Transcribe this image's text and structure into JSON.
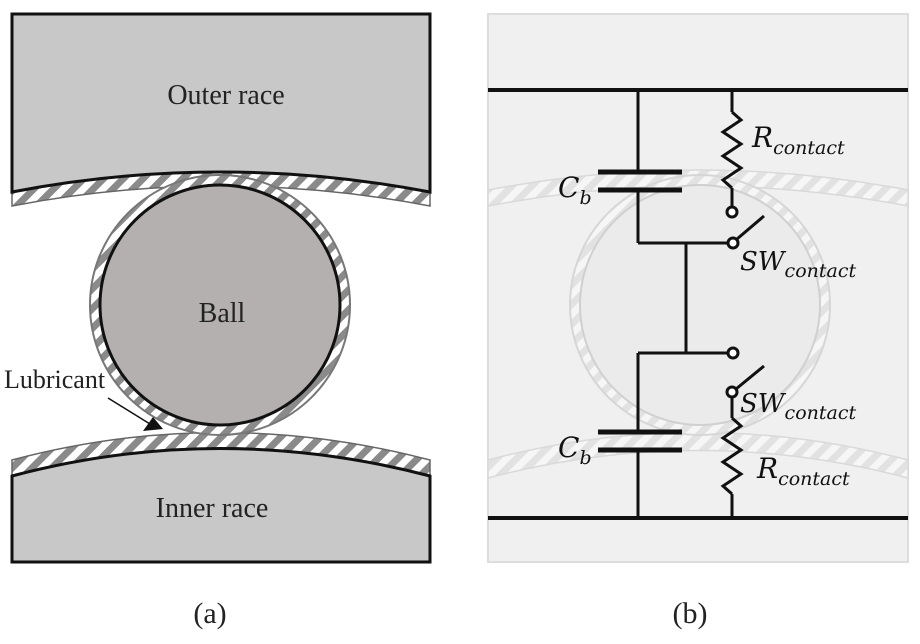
{
  "panel_a": {
    "caption": "(a)",
    "outer_race_label": "Outer race",
    "ball_label": "Ball",
    "inner_race_label": "Inner race",
    "lubricant_label": "Lubricant"
  },
  "panel_b": {
    "caption": "(b)",
    "cb_upper": {
      "main": "C",
      "sub": "b"
    },
    "cb_lower": {
      "main": "C",
      "sub": "b"
    },
    "r_upper": {
      "main": "R",
      "sub": "contact"
    },
    "r_lower": {
      "main": "R",
      "sub": "contact"
    },
    "sw_upper": {
      "main": "SW",
      "sub": "contact"
    },
    "sw_lower": {
      "main": "SW",
      "sub": "contact"
    }
  },
  "colors": {
    "race_fill": "#c8c8c8",
    "ball_fill": "#b5b0b0",
    "stroke": "#111111",
    "faded_bg": "#efefef",
    "faded_stroke": "#d6d6d6"
  }
}
